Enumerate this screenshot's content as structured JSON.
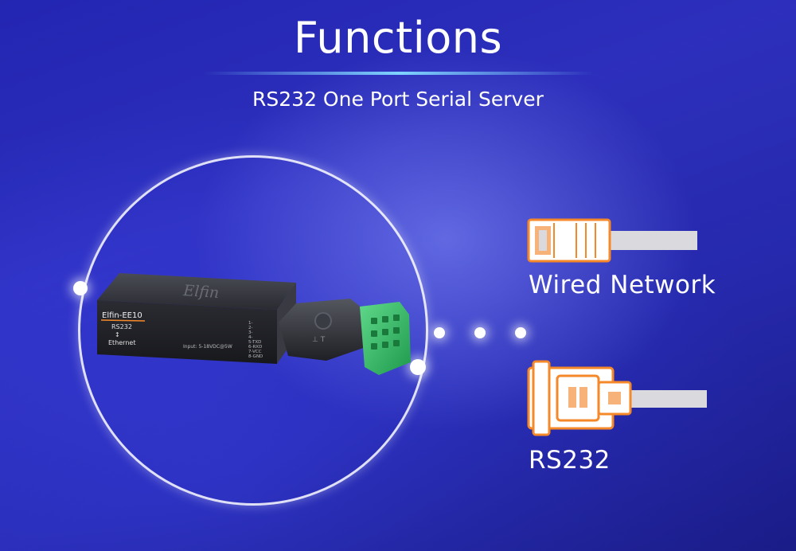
{
  "header": {
    "title": "Functions",
    "subtitle": "RS232 One Port Serial Server"
  },
  "device": {
    "brand_logo": "Elfin",
    "model": "Elfin-EE10",
    "port_line1": "RS232",
    "port_line2": "Ethernet",
    "input_spec": "Input: 5-18VDC@5W",
    "terminal_pins": [
      "1-",
      "2-",
      "3-",
      "4-",
      "5-TXD",
      "6-RXD",
      "7-VCC",
      "8-GND"
    ]
  },
  "interfaces": [
    {
      "label": "Wired Network",
      "icon": "ethernet-plug-icon"
    },
    {
      "label": "RS232",
      "icon": "db9-connector-icon"
    }
  ],
  "colors": {
    "accent_orange": "#f5892a",
    "connector_green": "#3fbf6b",
    "background_blue": "#3338d8"
  }
}
